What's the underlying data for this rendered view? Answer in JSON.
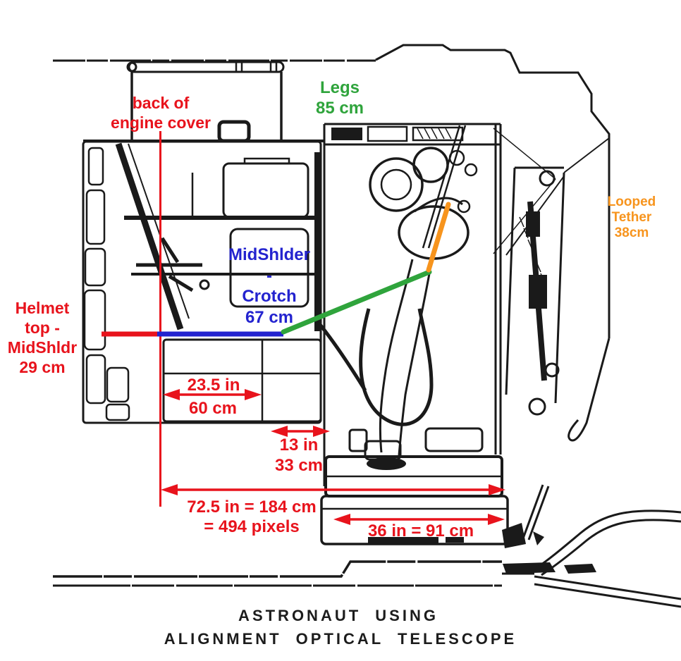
{
  "colors": {
    "red": "#e8131c",
    "blue": "#2323cf",
    "green": "#2fa43c",
    "orange": "#f7941d",
    "ink": "#1a1a1a",
    "background": "#ffffff"
  },
  "labels": {
    "engine_cover": {
      "line1": "back of",
      "line2": "engine cover"
    },
    "legs": {
      "line1": "Legs",
      "line2": "85 cm"
    },
    "looped_tether": {
      "line1": "Looped",
      "line2": "Tether",
      "line3": "38cm"
    },
    "midshoulder_crotch": {
      "line1": "MidShlder",
      "line2": "-",
      "line3": "Crotch",
      "line4": "67 cm"
    },
    "helmet_midshoulder": {
      "line1": "Helmet",
      "line2": "top -",
      "line3": "MidShldr",
      "line4": "29 cm"
    }
  },
  "measurements": {
    "cover_width": {
      "line1": "23.5 in",
      "line2": "60 cm"
    },
    "gap_width": {
      "line1": "13 in",
      "line2": "33 cm"
    },
    "overall_width": {
      "line1": "72.5 in = 184 cm",
      "line2": "= 494 pixels"
    },
    "platform_width": {
      "line1": "36 in = 91 cm"
    }
  },
  "caption": {
    "line1": "ASTRONAUT USING",
    "line2": "ALIGNMENT OPTICAL TELESCOPE"
  }
}
